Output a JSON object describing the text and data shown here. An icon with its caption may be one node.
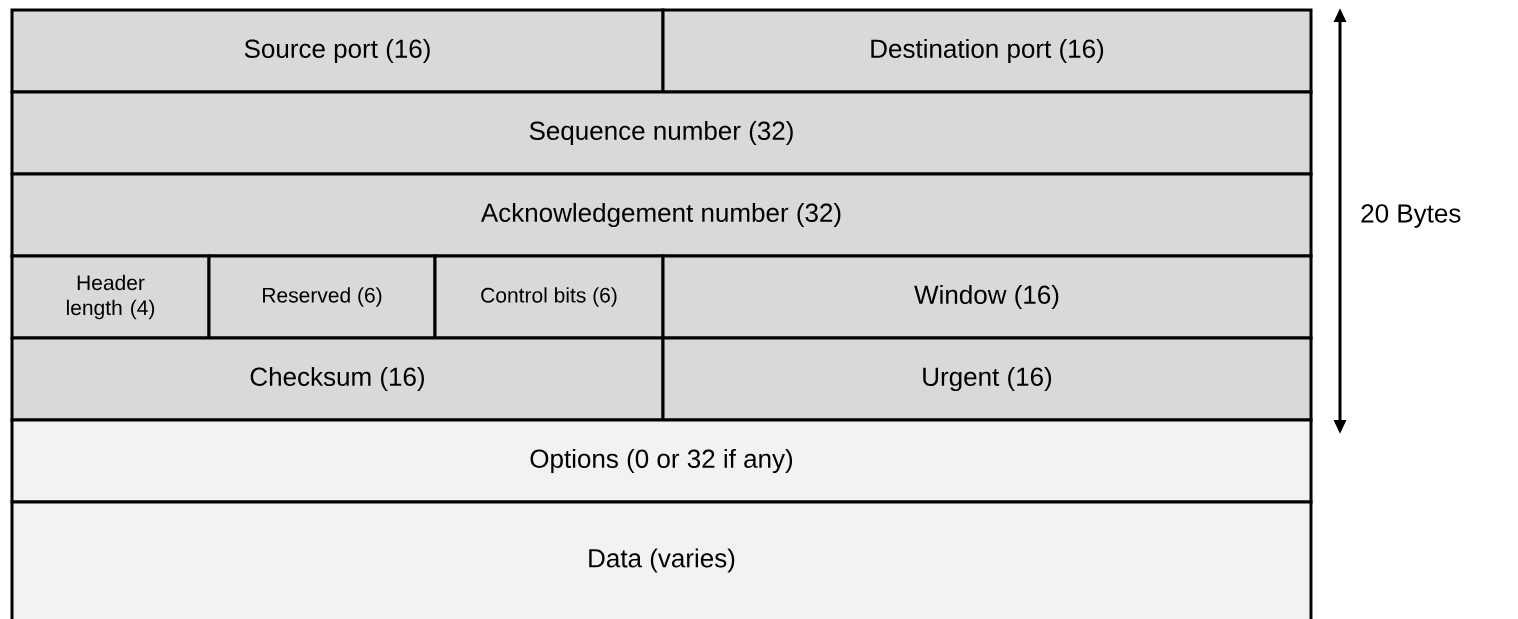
{
  "diagram": {
    "nodes": [
      {
        "text": [
          "Source port (16)"
        ]
      },
      {
        "text": [
          "Destination port (16)"
        ]
      },
      {
        "text": [
          "Sequence number (32)"
        ]
      },
      {
        "text": [
          "Acknowledgement number (32)"
        ]
      },
      {
        "text": [
          "Header length (4)"
        ]
      },
      {
        "text": [
          "Reserved (6)"
        ]
      },
      {
        "text": [
          "Control bits (6)"
        ]
      },
      {
        "text": [
          "Window (16)"
        ]
      },
      {
        "text": [
          "Checksum (16)"
        ]
      },
      {
        "text": [
          "Urgent (16)"
        ]
      },
      {
        "text": [
          "Options (0 or 32 if any)"
        ]
      },
      {
        "text": [
          "Data (varies)"
        ]
      }
    ],
    "labels": [
      "20 Bytes"
    ]
  }
}
